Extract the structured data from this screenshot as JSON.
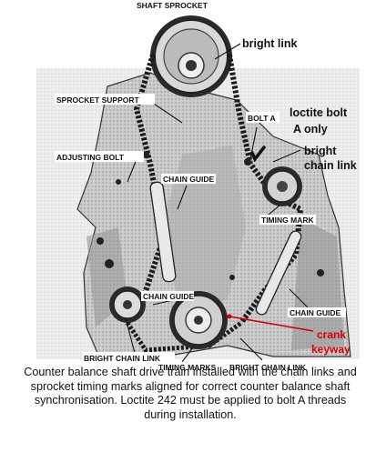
{
  "labels": {
    "top_sprocket": "SHAFT SPROCKET",
    "bright_link_top": "bright link",
    "sprocket_support": "SPROCKET SUPPORT",
    "bolt_a": "BOLT A",
    "loctite_line1": "loctite bolt",
    "loctite_line2": "A  only",
    "bright_chain_link_right_1": "bright",
    "bright_chain_link_right_2": "chain link",
    "adjusting_bolt": "ADJUSTING BOLT",
    "chain_guide_top": "CHAIN GUIDE",
    "timing_mark": "TIMING MARK",
    "chain_guide_left": "CHAIN GUIDE",
    "chain_guide_right": "CHAIN GUIDE",
    "crank_keyway_1": "crank",
    "crank_keyway_2": "keyway",
    "bright_chain_link_bottom_left": "BRIGHT CHAIN LINK",
    "timing_marks": "TIMING MARKS",
    "bright_chain_link_bottom_right": "BRIGHT CHAIN LINK"
  },
  "caption": "Counter balance shaft drive train installed with the chain links and sprocket timing marks aligned for correct counter balance shaft synchronisation. Loctite 242 must be applied to bolt A threads during installation.",
  "colors": {
    "annotation_red": "#d40000",
    "ink": "#111111",
    "photo_grey": "#bdbdbd"
  }
}
